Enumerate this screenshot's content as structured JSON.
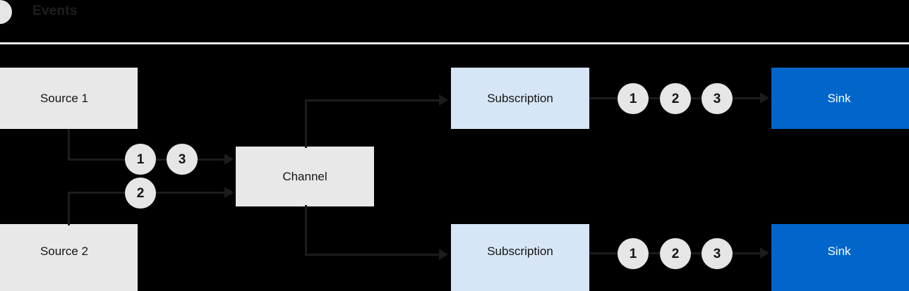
{
  "legend": {
    "icon": "circle-icon",
    "label": "Events"
  },
  "diagram": {
    "nodes": {
      "source1": {
        "label": "Source 1"
      },
      "source2": {
        "label": "Source 2"
      },
      "channel": {
        "label": "Channel"
      },
      "subscription_top": {
        "label": "Subscription"
      },
      "subscription_bottom": {
        "label": "Subscription"
      },
      "sink_top": {
        "label": "Sink"
      },
      "sink_bottom": {
        "label": "Sink"
      }
    },
    "events": {
      "source1_out": [
        "1",
        "3"
      ],
      "source2_out": [
        "2"
      ],
      "subscription_top_out": [
        "1",
        "2",
        "3"
      ],
      "subscription_bottom_out": [
        "1",
        "2",
        "3"
      ]
    }
  },
  "colors": {
    "background": "#000000",
    "source_fill": "#e8e8e8",
    "channel_fill": "#e8e8e8",
    "subscription_fill": "#d6e6f7",
    "sink_fill": "#0066cc",
    "sink_text": "#ffffff",
    "event_dot_fill": "#e6e6e6",
    "connector": "#1c1c1c",
    "divider": "#e8e8e8",
    "text": "#151515"
  }
}
